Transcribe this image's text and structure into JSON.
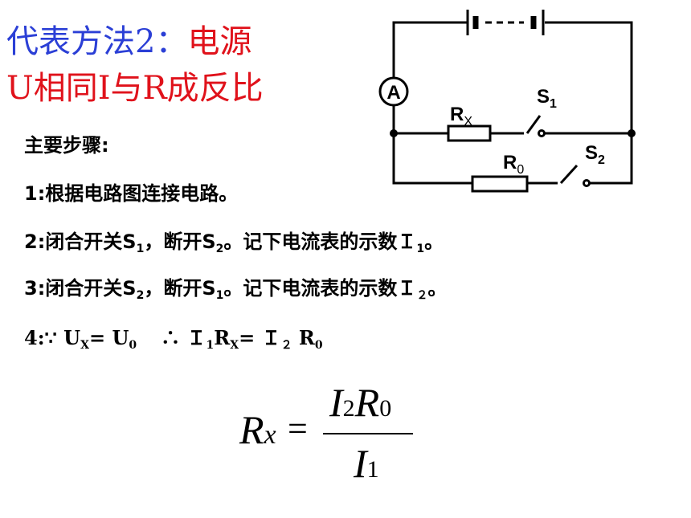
{
  "title": {
    "line1_blue": "代表方法2：",
    "line1_red": "电源",
    "line2": "U相同I与R成反比"
  },
  "steps": {
    "heading": "主要步骤:",
    "s1": "1:根据电路图连接电路。",
    "s2_a": "2:闭合开关S",
    "s2_b": "1",
    "s2_c": "，断开S",
    "s2_d": "2",
    "s2_e": "。记下电流表的示数Ｉ",
    "s2_f": "1",
    "s2_g": "。",
    "s3_a": "3:闭合开关S",
    "s3_b": "2",
    "s3_c": "，断开S",
    "s3_d": "1",
    "s3_e": "。记下电流表的示数Ｉ",
    "s3_f": "２",
    "s3_g": "。",
    "s4_a": "4:∵ U",
    "s4_b": "X",
    "s4_c": "= U",
    "s4_d": "0",
    "s4_e": "∴ Ｉ",
    "s4_f": "1",
    "s4_g": "R",
    "s4_h": "X",
    "s4_i": "= Ｉ",
    "s4_j": "２",
    "s4_k": "R",
    "s4_l": "0"
  },
  "circuit": {
    "ammeter": "A",
    "rx_main": "R",
    "rx_sub": "X",
    "r0_main": "R",
    "r0_sub": "0",
    "s1_main": "S",
    "s1_sub": "1",
    "s2_main": "S",
    "s2_sub": "2"
  },
  "formula": {
    "lhs": "R",
    "lhs_sub": "x",
    "eq": "=",
    "num_i": "I",
    "num_i_sub": "2",
    "num_r": "R",
    "num_r_sub": "0",
    "den_i": "I",
    "den_i_sub": "1"
  }
}
